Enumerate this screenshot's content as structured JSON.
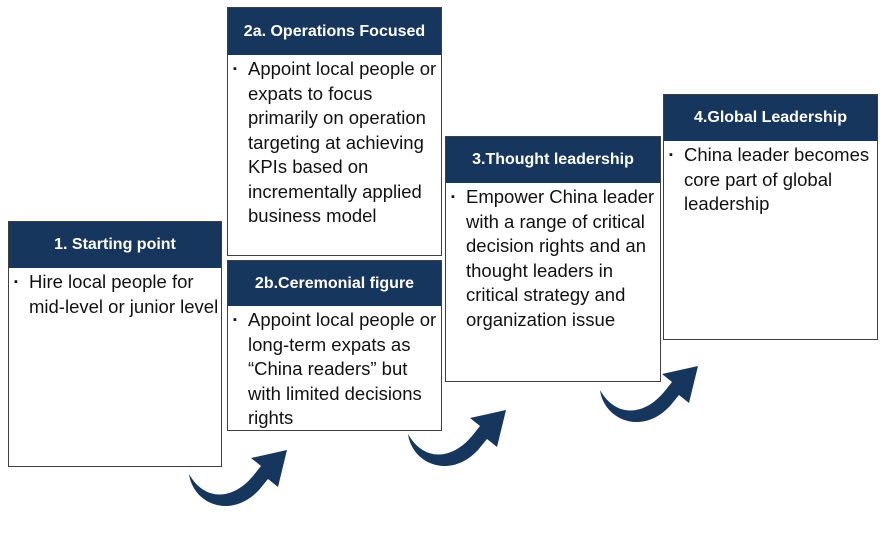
{
  "colors": {
    "header_bg": "#17365d",
    "header_text": "#ffffff",
    "arrow": "#17365d",
    "border": "#3f3f3f"
  },
  "bullet_glyph": "▪",
  "stages": {
    "starting_point": {
      "title": "1. Starting point",
      "body": "Hire local people for mid-level or junior level"
    },
    "operations_focused": {
      "title": "2a. Operations Focused",
      "body": "Appoint local people or expats to focus primarily on operation targeting at achieving KPIs based on incrementally applied business model"
    },
    "ceremonial_figure": {
      "title": "2b.Ceremonial figure",
      "body": "Appoint local people or long-term expats as “China readers” but with limited decisions rights"
    },
    "thought_leadership": {
      "title": "3.Thought leadership",
      "body": "Empower China leader with a range of critical decision rights and an thought leaders in critical strategy and organization issue"
    },
    "global_leadership": {
      "title": "4.Global Leadership",
      "body": "China leader becomes core part of global leadership"
    }
  },
  "arrows": [
    {
      "name": "arrow-1-to-2",
      "icon": "curved-up-arrow-icon"
    },
    {
      "name": "arrow-2-to-3",
      "icon": "curved-up-arrow-icon"
    },
    {
      "name": "arrow-3-to-4",
      "icon": "curved-up-arrow-icon"
    }
  ]
}
